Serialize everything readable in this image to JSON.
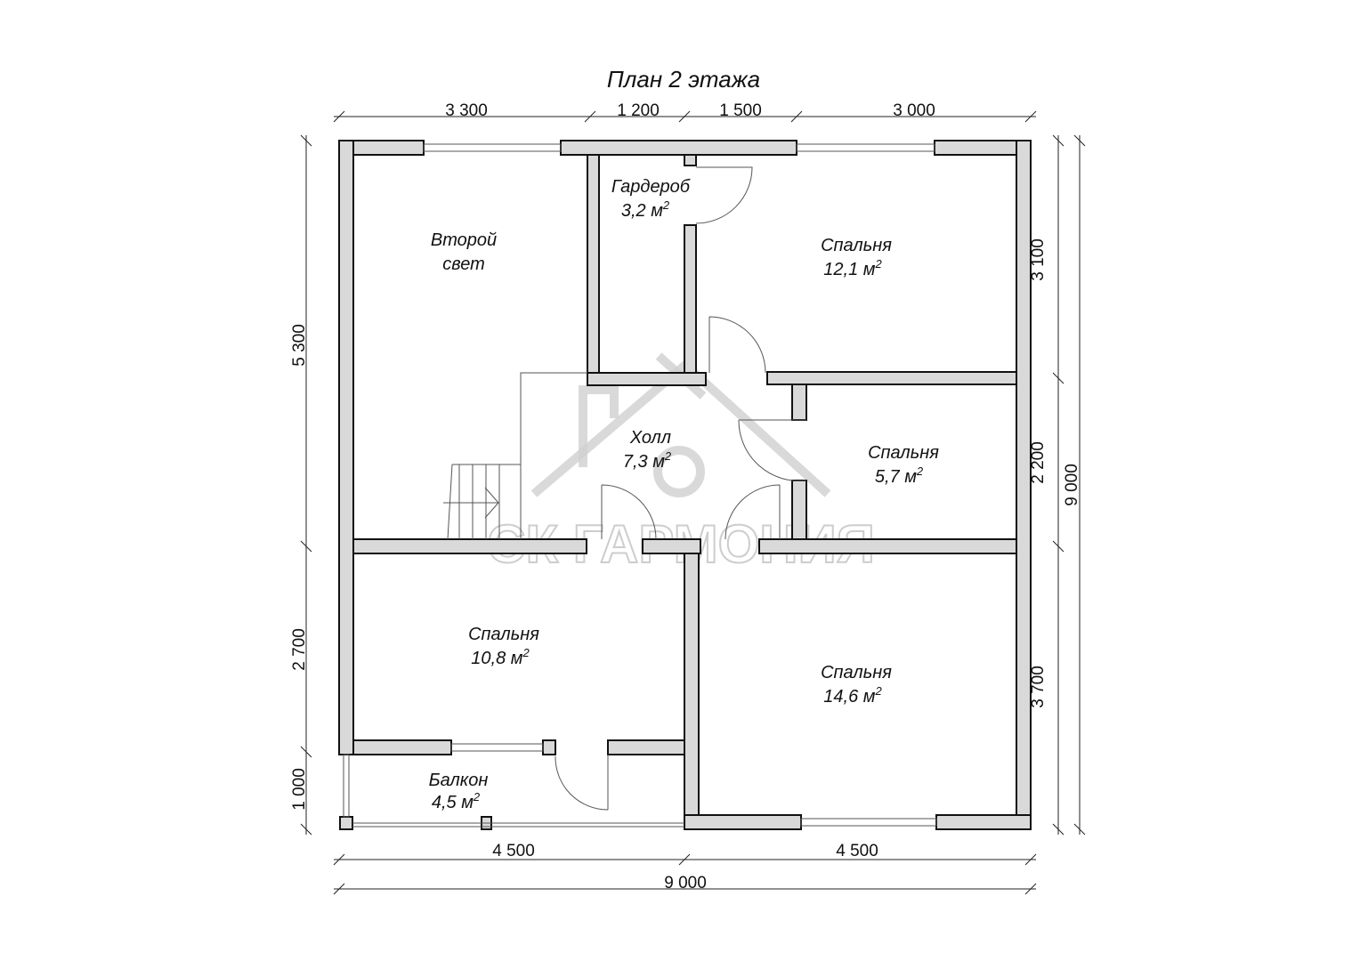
{
  "title": "План 2 этажа",
  "rooms": [
    {
      "name": "Второй",
      "name2": "свет",
      "area": ""
    },
    {
      "name": "Гардероб",
      "area": "3,2 м"
    },
    {
      "name": "Спальня",
      "area": "12,1 м"
    },
    {
      "name": "Холл",
      "area": "7,3 м"
    },
    {
      "name": "Спальня",
      "area": "5,7 м"
    },
    {
      "name": "Спальня",
      "area": "10,8 м"
    },
    {
      "name": "Спальня",
      "area": "14,6 м"
    },
    {
      "name": "Балкон",
      "area": "4,5 м"
    }
  ],
  "area_sup": "2",
  "dimensions": {
    "top": [
      "3 300",
      "1 200",
      "1 500",
      "3 000"
    ],
    "bottom_parts": [
      "4 500",
      "4 500"
    ],
    "bottom_total": "9 000",
    "left": [
      "5 300",
      "2 700",
      "1 000"
    ],
    "right_parts": [
      "3 100",
      "2 200",
      "3 700"
    ],
    "right_total": "9 000"
  },
  "watermark": "СК ГАРМОНИЯ"
}
